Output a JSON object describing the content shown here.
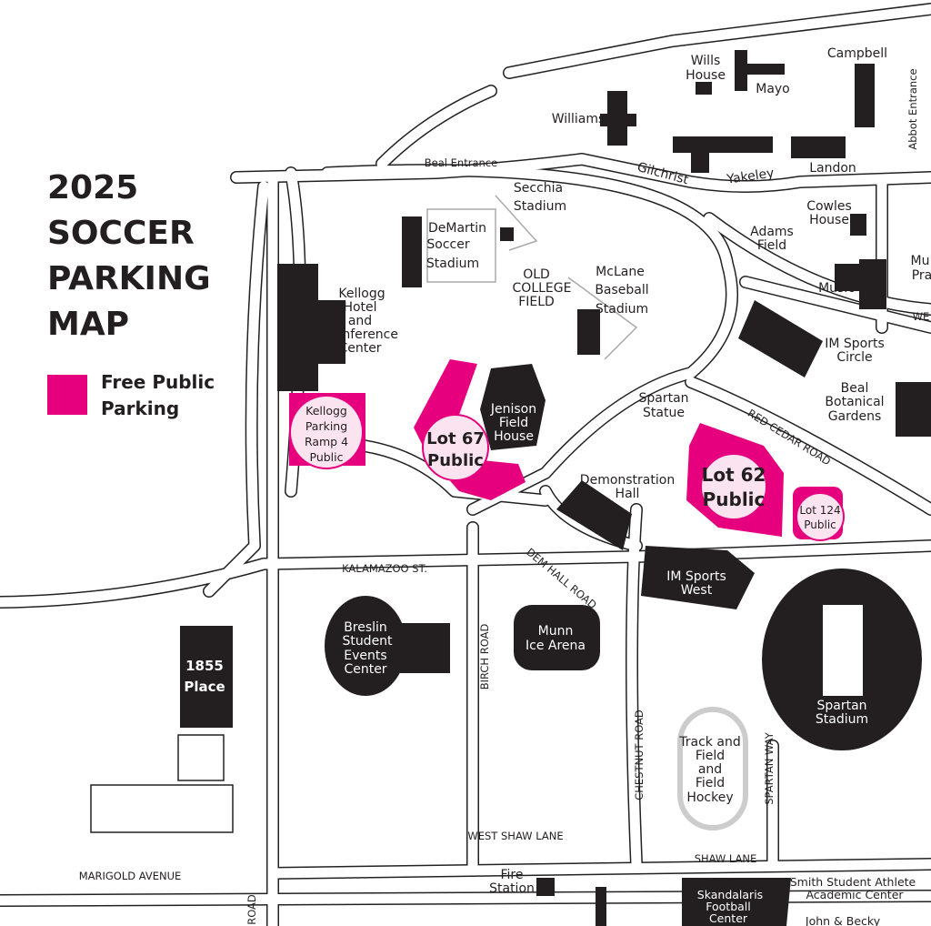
{
  "title": {
    "lines": [
      "2025",
      "SOCCER",
      "PARKING",
      "MAP"
    ]
  },
  "legend": {
    "label_lines": [
      "Free Public",
      "Parking"
    ],
    "color": "#e6007e"
  },
  "parking": {
    "kellogg": [
      "Kellogg",
      "Parking",
      "Ramp 4",
      "Public"
    ],
    "lot67": [
      "Lot 67",
      "Public"
    ],
    "lot62": [
      "Lot 62",
      "Public"
    ],
    "lot124": [
      "Lot 124",
      "Public"
    ]
  },
  "buildings": {
    "wills": [
      "Wills",
      "House"
    ],
    "mayo": "Mayo",
    "campbell": "Campbell",
    "williams": "Williams",
    "gilchrist": "Gilchrist",
    "yakeley": "Yakeley",
    "landon": "Landon",
    "secchia": [
      "Secchia",
      "Stadium"
    ],
    "demartin": [
      "DeMartin",
      "Soccer",
      "Stadium"
    ],
    "old_college": [
      "OLD",
      "COLLEGE",
      "FIELD"
    ],
    "mclane": [
      "McLane",
      "Baseball",
      "Stadium"
    ],
    "adams": [
      "Adams",
      "Field"
    ],
    "cowles": [
      "Cowles",
      "House"
    ],
    "music_practice": [
      "Mu",
      "Pra"
    ],
    "music": "Music",
    "kellogg_hotel": [
      "Kellogg",
      "Hotel",
      "and",
      "Conference",
      "Center"
    ],
    "im_circle": [
      "IM Sports",
      "Circle"
    ],
    "beal": [
      "Beal",
      "Botanical",
      "Gardens"
    ],
    "statue": [
      "Spartan",
      "Statue"
    ],
    "jenison": [
      "Jenison",
      "Field",
      "House"
    ],
    "dem_hall": [
      "Demonstration",
      "Hall"
    ],
    "im_west": [
      "IM Sports",
      "West"
    ],
    "breslin": [
      "Breslin",
      "Student",
      "Events",
      "Center"
    ],
    "munn": [
      "Munn",
      "Ice Arena"
    ],
    "place1855": [
      "1855",
      "Place"
    ],
    "spartan_stadium": [
      "Spartan",
      "Stadium"
    ],
    "track": [
      "Track and",
      "Field",
      "and",
      "Field",
      "Hockey"
    ],
    "fire": [
      "Fire",
      "Station"
    ],
    "skandalaris": [
      "Skandalaris",
      "Football",
      "Center"
    ],
    "smith": [
      "Smith Student Athlete",
      "Academic Center"
    ],
    "john_becky": "John & Becky"
  },
  "roads": {
    "abbot": "Abbot Entrance",
    "beal_entrance": "Beal Entrance",
    "we": "WE",
    "red_cedar": "RED CEDAR ROAD",
    "kalamazoo": "KALAMAZOO ST.",
    "dem_hall_road": "DEM HALL ROAD",
    "birch": "BIRCH ROAD",
    "chestnut": "CHESTNUT ROAD",
    "spartan_way": "SPARTAN WAY",
    "west_shaw": "WEST SHAW LANE",
    "shaw": "SHAW LANE",
    "marigold": "MARIGOLD AVENUE",
    "road": "ROAD"
  }
}
